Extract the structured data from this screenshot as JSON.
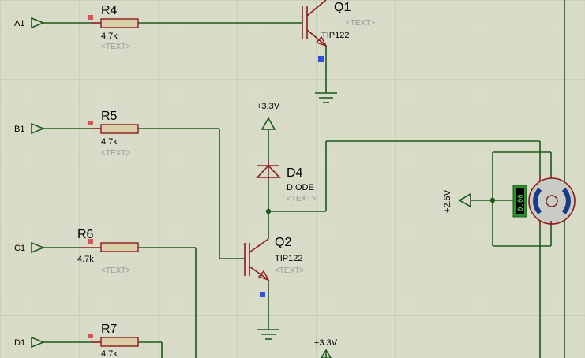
{
  "inputs": [
    {
      "id": "in-a1",
      "label": "A1"
    },
    {
      "id": "in-b1",
      "label": "B1"
    },
    {
      "id": "in-c1",
      "label": "C1"
    },
    {
      "id": "in-d1",
      "label": "D1"
    }
  ],
  "resistors": [
    {
      "id": "r4",
      "ref": "R4",
      "value": "4.7k",
      "text": "<TEXT>"
    },
    {
      "id": "r5",
      "ref": "R5",
      "value": "4.7k",
      "text": "<TEXT>"
    },
    {
      "id": "r6",
      "ref": "R6",
      "value": "4.7k",
      "text": "<TEXT>"
    },
    {
      "id": "r7",
      "ref": "R7",
      "value": "4.7k"
    }
  ],
  "transistors": [
    {
      "id": "q1",
      "ref": "Q1",
      "value": "TIP122",
      "text": "<TEXT>"
    },
    {
      "id": "q2",
      "ref": "Q2",
      "value": "TIP122",
      "text": "<TEXT>"
    }
  ],
  "diode": {
    "ref": "D4",
    "value": "DIODE",
    "text": "<TEXT>"
  },
  "power": {
    "top": "+3.3V",
    "bottom": "+3.3V",
    "motor": "+2.5V"
  },
  "motor": {
    "display": "0.00"
  },
  "colors": {
    "background": "#d9dcc8",
    "grid": "#c3c6b2",
    "wire": "#1a5a1a",
    "component": "#8b1a1a",
    "resistor_fill": "#d9cfa8",
    "motor_blue": "#1a3a8a",
    "display_green": "#2f8f2f"
  }
}
